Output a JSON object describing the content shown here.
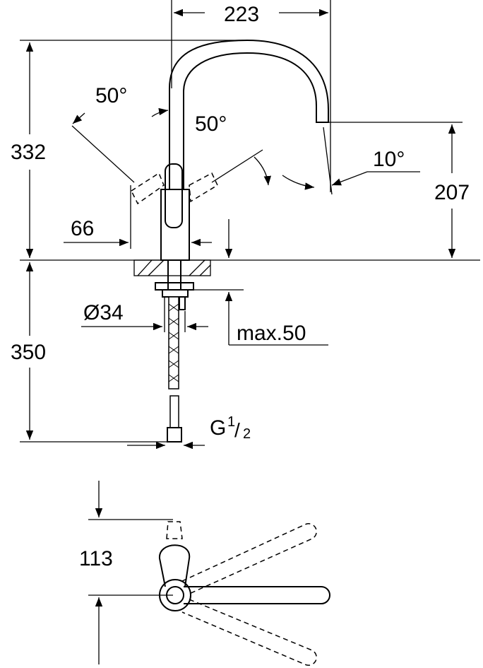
{
  "dimensions": {
    "spout_reach": "223",
    "total_height": "332",
    "spout_height": "207",
    "hose_length": "350",
    "lever_clearance": "66",
    "hole_diameter": "Ø34",
    "max_thickness": "max.50",
    "connection": "G",
    "connection_num": "1",
    "connection_den": "2",
    "lever_angle_left": "50°",
    "lever_angle_right": "50°",
    "spout_angle": "10°",
    "top_view_offset": "113"
  }
}
